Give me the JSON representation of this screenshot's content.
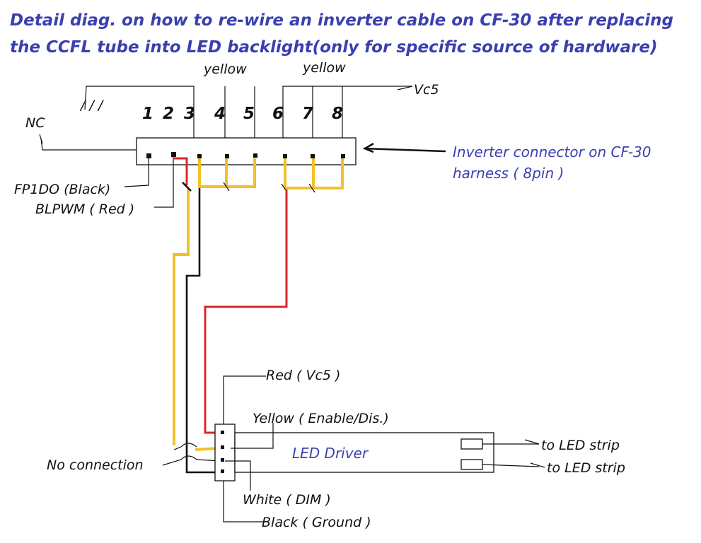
{
  "title": {
    "line1": "Detail diag. on how to re-wire an inverter cable on CF-30 after replacing",
    "line2": "the CCFL tube into LED backlight(only for specific source of hardware)"
  },
  "connector": {
    "pins": [
      "1",
      "2",
      "3",
      "4",
      "5",
      "6",
      "7",
      "8"
    ],
    "label_line1": "Inverter connector on CF-30",
    "label_line2": "harness ( 8pin )"
  },
  "labels": {
    "yellow_left": "yellow",
    "yellow_right": "yellow",
    "vc5": "Vc5",
    "ground_symbol": "/ / /",
    "nc": "NC",
    "fp1do": "FP1DO (Black)",
    "blpwm": "BLPWM ( Red )",
    "no_connection": "No connection"
  },
  "driver": {
    "name": "LED Driver",
    "wire_red": "Red ( Vc5 )",
    "wire_yellow": "Yellow ( Enable/Dis.)",
    "wire_white": "White ( DIM )",
    "wire_black": "Black ( Ground )",
    "out1": "to LED strip",
    "out2": "to LED strip"
  },
  "colors": {
    "title": "#3a3fb0",
    "wire_red": "#d8282b",
    "wire_yellow": "#f2c12a",
    "wire_black": "#111111"
  }
}
